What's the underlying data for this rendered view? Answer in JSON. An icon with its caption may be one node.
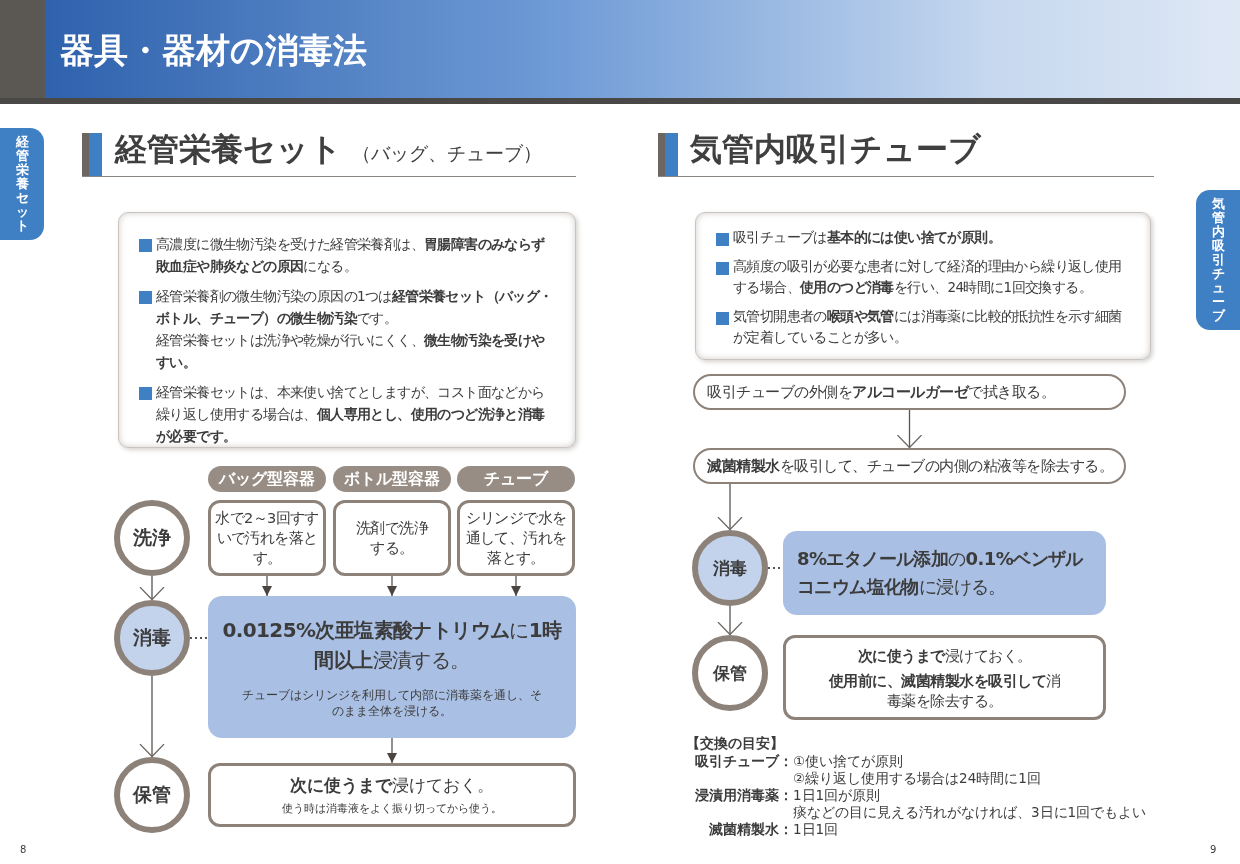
{
  "diagram": {
    "title": "器具・器材の消毒法",
    "nodes": [
      {
        "text": [
          "高濃度に微生物汚染を受けた経管栄養剤は、**胃腸障害のみならず敗血症や肺炎などの原因**になる。",
          "経管栄養剤の微生物汚染の原因の1つは**経管栄養セット（バッグ・ボトル、チューブ）の微生物汚染**です。",
          "経管栄養セットは洗浄や乾燥が行いにくく、**微生物汚染を受けやすい。**",
          "経管栄養セットは、本来使い捨てとしますが、コスト面などから繰り返し使用する場合は、**個人専用とし、使用のつど洗浄と消毒が必要です。**"
        ]
      },
      {
        "text": [
          "洗浄"
        ]
      },
      {
        "text": [
          "消毒"
        ]
      },
      {
        "text": [
          "保管"
        ]
      },
      {
        "text": [
          "バッグ型容器"
        ]
      },
      {
        "text": [
          "ボトル型容器"
        ]
      },
      {
        "text": [
          "チューブ"
        ]
      },
      {
        "text": [
          "水で2～3回すすいで汚れを落とす。"
        ]
      },
      {
        "text": [
          "洗剤で洗浄する。"
        ]
      },
      {
        "text": [
          "シリンジで水を通して、汚れを落とす。"
        ]
      },
      {
        "text": [
          "**0.0125%次亜塩素酸ナトリウム**に**1時間以上**浸漬する。",
          "チューブはシリンジを利用して内部に消毒薬を通し、そのまま全体を浸ける。"
        ]
      },
      {
        "text": [
          "**次に使うまで**浸けておく。",
          "使う時は消毒液をよく振り切ってから使う。"
        ]
      },
      {
        "text": [
          "吸引チューブは**基本的には使い捨てが原則。**",
          "高頻度の吸引が必要な患者に対して経済的理由から繰り返し使用する場合、**使用のつど消毒**を行い、24時間に1回交換する。",
          "気管切開患者の**喉頭や気管**には消毒薬に比較的抵抗性を示す細菌が定着していることが多い。"
        ]
      },
      {
        "text": [
          "吸引チューブの外側を**アルコールガーゼ**で拭き取る。"
        ]
      },
      {
        "text": [
          "**滅菌精製水**を吸引して、チューブの内側の粘液等を除去する。"
        ]
      },
      {
        "text": [
          "消毒"
        ]
      },
      {
        "text": [
          "**8%エタノール添加**の**0.1%ベンザルコニウム塩化物**に浸ける。"
        ]
      },
      {
        "text": [
          "保管"
        ]
      },
      {
        "text": [
          "**次に使うまで**浸けておく。",
          "**使用前に、滅菌精製水を吸引して**消毒薬を除去する。"
        ]
      }
    ],
    "edges": [
      {
        "from": 1,
        "to": 2,
        "arrow": "to"
      },
      {
        "from": 2,
        "to": 3,
        "arrow": "to"
      },
      {
        "from": 2,
        "to": 10,
        "arrow": "none",
        "style": "dashed"
      },
      {
        "from": 7,
        "to": 10,
        "arrow": "to"
      },
      {
        "from": 8,
        "to": 10,
        "arrow": "to"
      },
      {
        "from": 9,
        "to": 10,
        "arrow": "to"
      },
      {
        "from": 10,
        "to": 11,
        "arrow": "to"
      },
      {
        "from": 13,
        "to": 14,
        "arrow": "to"
      },
      {
        "from": 14,
        "to": 15,
        "arrow": "to"
      },
      {
        "from": 15,
        "to": 16,
        "arrow": "none",
        "style": "dashed"
      },
      {
        "from": 15,
        "to": 17,
        "arrow": "to"
      }
    ],
    "labels": [
      "経管栄養セット",
      "経管栄養セット",
      "（バッグ、チューブ）",
      "気管内吸引チューブ",
      "気管内吸引チューブ",
      "【交換の目安】",
      "吸引チューブ：",
      "①使い捨てが原則",
      "②繰り返し使用する場合は24時間に1回",
      "浸漬用消毒薬：",
      "1日1回が原則",
      "痰などの目に見える汚れがなければ、3日に1回でもよい",
      "滅菌精製水：",
      "1日1回",
      "8",
      "9"
    ]
  }
}
